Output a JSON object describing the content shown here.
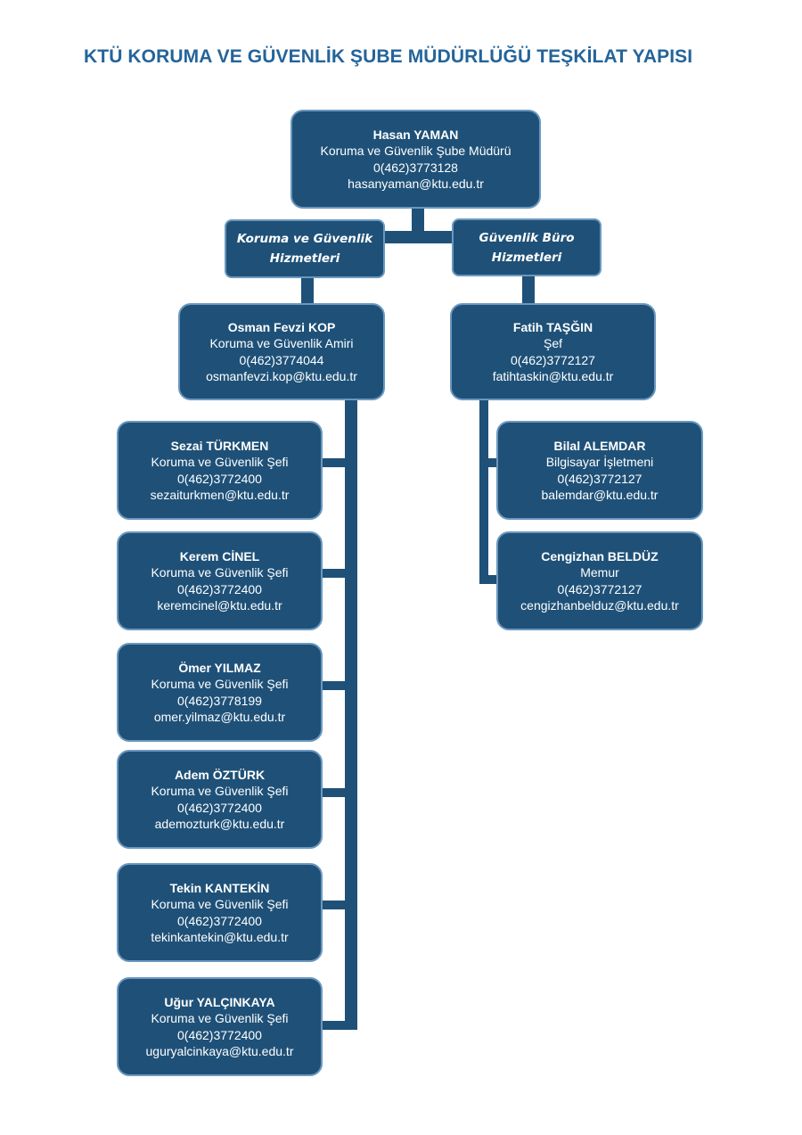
{
  "title": "KTÜ KORUMA VE GÜVENLİK ŞUBE MÜDÜRLÜĞÜ TEŞKİLAT YAPISI",
  "colors": {
    "box_fill": "#1f5178",
    "box_border": "#6b98bf",
    "title": "#24649a"
  },
  "head": {
    "name": "Hasan YAMAN",
    "role": "Koruma ve Güvenlik Şube Müdürü",
    "phone": "0(462)3773128",
    "email": "hasanyaman@ktu.edu.tr"
  },
  "categories": [
    {
      "line1": "Koruma ve Güvenlik",
      "line2": "Hizmetleri"
    },
    {
      "line1": "Güvenlik Büro",
      "line2": "Hizmetleri"
    }
  ],
  "left_lead": {
    "name": "Osman Fevzi KOP",
    "role": "Koruma ve Güvenlik Amiri",
    "phone": "0(462)3774044",
    "email": "osmanfevzi.kop@ktu.edu.tr"
  },
  "right_lead": {
    "name": "Fatih TAŞĞIN",
    "role": "Şef",
    "phone": "0(462)3772127",
    "email": "fatihtaskin@ktu.edu.tr"
  },
  "left_staff": [
    {
      "name": "Sezai TÜRKMEN",
      "role": "Koruma ve Güvenlik Şefi",
      "phone": "0(462)3772400",
      "email": "sezaiturkmen@ktu.edu.tr"
    },
    {
      "name": "Kerem CİNEL",
      "role": "Koruma ve Güvenlik Şefi",
      "phone": "0(462)3772400",
      "email": "keremcinel@ktu.edu.tr"
    },
    {
      "name": "Ömer YILMAZ",
      "role": "Koruma ve Güvenlik Şefi",
      "phone": "0(462)3778199",
      "email": "omer.yilmaz@ktu.edu.tr"
    },
    {
      "name": "Adem ÖZTÜRK",
      "role": "Koruma ve Güvenlik Şefi",
      "phone": "0(462)3772400",
      "email": "ademozturk@ktu.edu.tr"
    },
    {
      "name": "Tekin KANTEKİN",
      "role": "Koruma ve Güvenlik Şefi",
      "phone": "0(462)3772400",
      "email": "tekinkantekin@ktu.edu.tr"
    },
    {
      "name": "Uğur YALÇINKAYA",
      "role": "Koruma ve Güvenlik Şefi",
      "phone": "0(462)3772400",
      "email": "uguryalcinkaya@ktu.edu.tr"
    }
  ],
  "right_staff": [
    {
      "name": "Bilal ALEMDAR",
      "role": "Bilgisayar İşletmeni",
      "phone": "0(462)3772127",
      "email": "balemdar@ktu.edu.tr"
    },
    {
      "name": "Cengizhan BELDÜZ",
      "role": "Memur",
      "phone": "0(462)3772127",
      "email": "cengizhanbelduz@ktu.edu.tr"
    }
  ]
}
